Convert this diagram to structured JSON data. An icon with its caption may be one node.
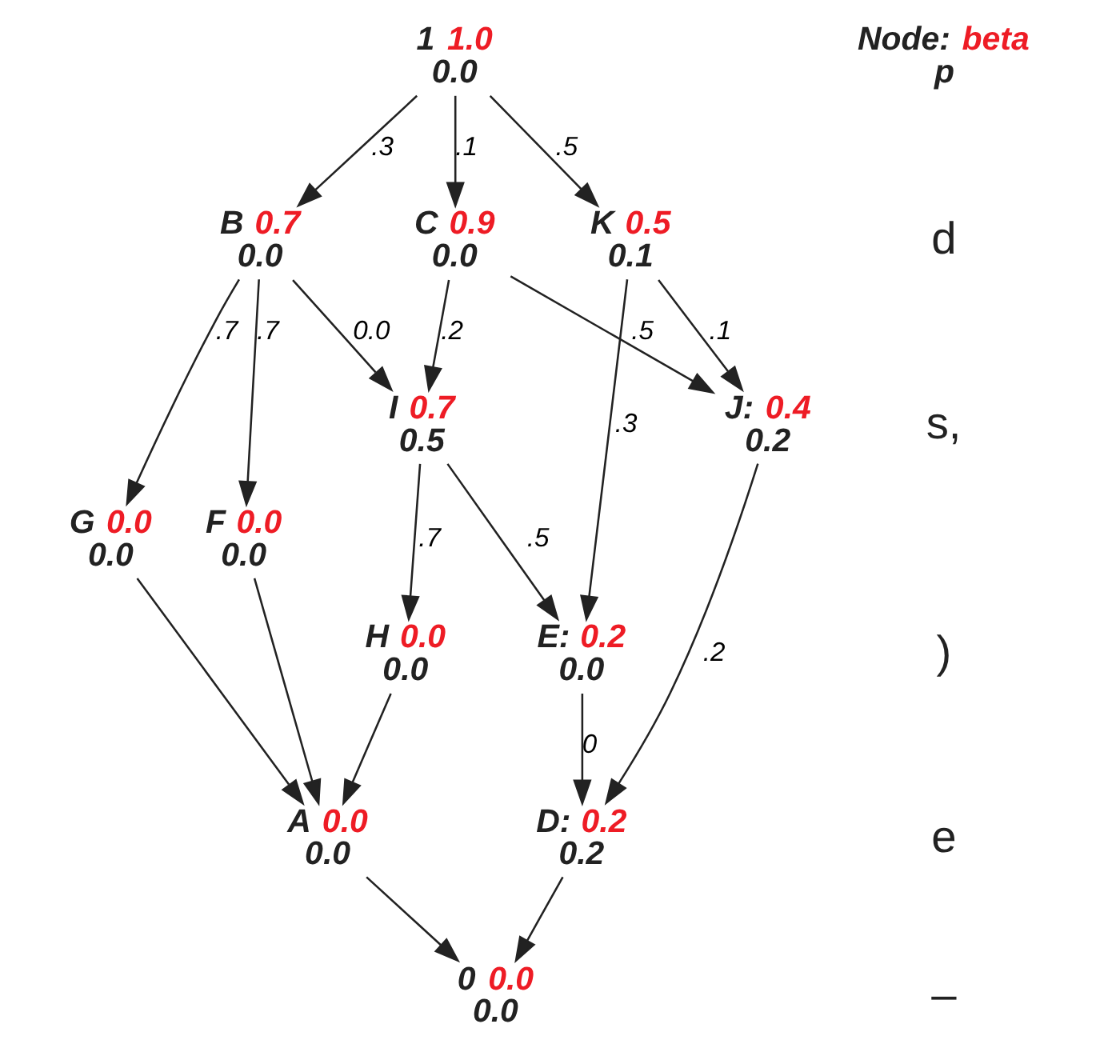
{
  "diagram": {
    "nodes": [
      {
        "text": [
          "1",
          "1.0",
          "0.0"
        ]
      },
      {
        "text": [
          "B",
          "0.7",
          "0.0"
        ]
      },
      {
        "text": [
          "C",
          "0.9",
          "0.0"
        ]
      },
      {
        "text": [
          "K",
          "0.5",
          "0.1"
        ]
      },
      {
        "text": [
          "F",
          "0.0",
          "0.0"
        ]
      },
      {
        "text": [
          "G",
          "0.0",
          "0.0"
        ]
      },
      {
        "text": [
          "I",
          "0.7",
          "0.5"
        ]
      },
      {
        "text": [
          "H",
          "0.0",
          "0.0"
        ]
      },
      {
        "text": [
          "E:",
          "0.2",
          "0.0"
        ]
      },
      {
        "text": [
          "J:",
          "0.4",
          "0.2"
        ]
      },
      {
        "text": [
          "A",
          "0.0",
          "0.0"
        ]
      },
      {
        "text": [
          "D:",
          "0.2",
          "0.2"
        ]
      },
      {
        "text": [
          "0",
          "0.0",
          "0.0"
        ]
      }
    ],
    "edges": [
      {
        "from": 0,
        "to": 1,
        "arrow": "to",
        "label": ".3"
      },
      {
        "from": 0,
        "to": 2,
        "arrow": "to",
        "label": ".1"
      },
      {
        "from": 0,
        "to": 3,
        "arrow": "to",
        "label": ".5"
      },
      {
        "from": 1,
        "to": 4,
        "arrow": "to",
        "label": ".7"
      },
      {
        "from": 1,
        "to": 5,
        "arrow": "to",
        "label": ".7"
      },
      {
        "from": 1,
        "to": 6,
        "arrow": "to",
        "label": "0.0"
      },
      {
        "from": 2,
        "to": 6,
        "arrow": "to",
        "label": ".2"
      },
      {
        "from": 2,
        "to": 9,
        "arrow": "to",
        "label": ".5"
      },
      {
        "from": 3,
        "to": 8,
        "arrow": "to",
        "label": ".3"
      },
      {
        "from": 3,
        "to": 9,
        "arrow": "to",
        "label": ".1"
      },
      {
        "from": 6,
        "to": 7,
        "arrow": "to",
        "label": ".7"
      },
      {
        "from": 6,
        "to": 8,
        "arrow": "to",
        "label": ".5"
      },
      {
        "from": 4,
        "to": 10,
        "arrow": "to"
      },
      {
        "from": 5,
        "to": 10,
        "arrow": "to"
      },
      {
        "from": 7,
        "to": 10,
        "arrow": "to"
      },
      {
        "from": 8,
        "to": 11,
        "arrow": "to",
        "label": "0"
      },
      {
        "from": 9,
        "to": 11,
        "arrow": "to",
        "label": ".2"
      },
      {
        "from": 10,
        "to": 12,
        "arrow": "to"
      },
      {
        "from": 11,
        "to": 12,
        "arrow": "to"
      }
    ],
    "labels": [
      "Node:",
      "beta",
      "p",
      "d",
      "s,",
      ")",
      "e",
      "–"
    ]
  }
}
